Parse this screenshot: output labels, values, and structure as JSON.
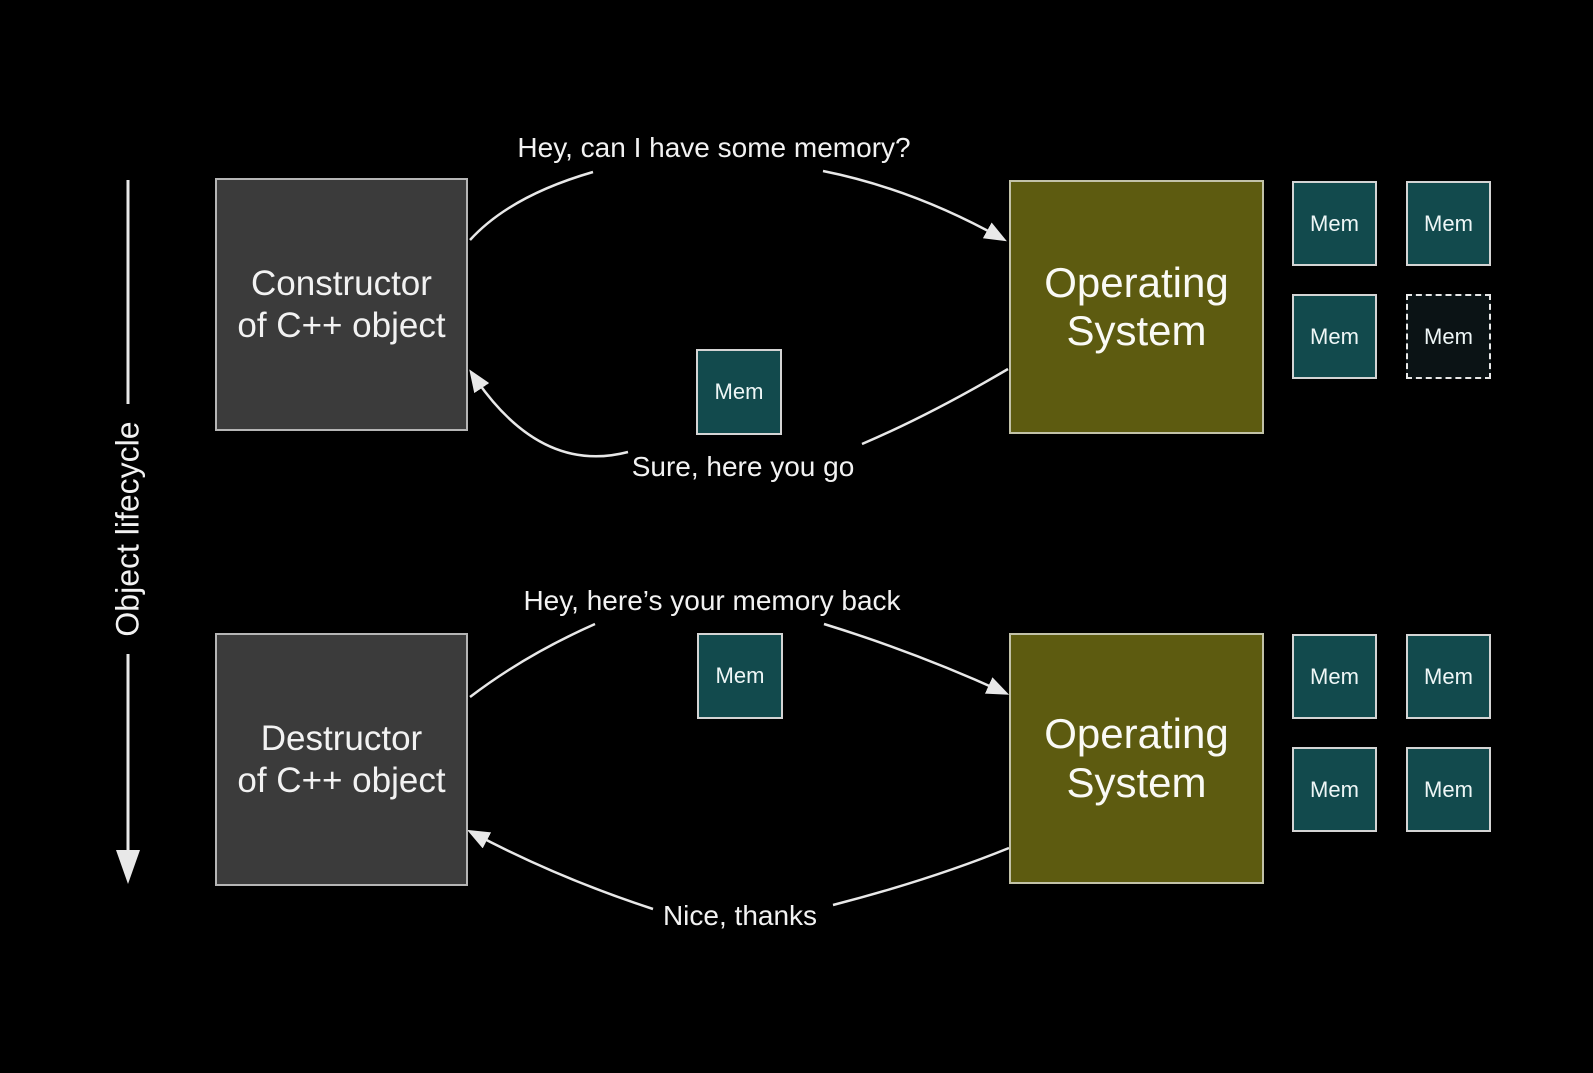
{
  "colors": {
    "background": "#000000",
    "stroke": "#e8e8e8",
    "text": "#f2f2f2",
    "actor_box_fill": "#3b3b3b",
    "actor_box_border": "#b5b5b5",
    "os_box_fill": "#5d5b10",
    "os_box_border": "#c2c2a8",
    "mem_box_fill": "#124a4d",
    "mem_box_border": "#d4d4d4",
    "mem_freed_fill": "#0b1315",
    "mem_freed_border": "#e8e8e8"
  },
  "axis": {
    "label": "Object lifecycle"
  },
  "construction": {
    "actor": {
      "line1": "Constructor",
      "line2": "of C++ object"
    },
    "os": {
      "line1": "Operating",
      "line2": "System"
    },
    "request_message": "Hey, can I have some memory?",
    "response_message": "Sure, here you go",
    "transit_mem_label": "Mem",
    "os_pool": [
      {
        "label": "Mem",
        "state": "available"
      },
      {
        "label": "Mem",
        "state": "available"
      },
      {
        "label": "Mem",
        "state": "available"
      },
      {
        "label": "Mem",
        "state": "handed-out"
      }
    ]
  },
  "destruction": {
    "actor": {
      "line1": "Destructor",
      "line2": "of C++ object"
    },
    "os": {
      "line1": "Operating",
      "line2": "System"
    },
    "request_message": "Hey, here’s your memory back",
    "response_message": "Nice, thanks",
    "transit_mem_label": "Mem",
    "os_pool": [
      {
        "label": "Mem",
        "state": "available"
      },
      {
        "label": "Mem",
        "state": "available"
      },
      {
        "label": "Mem",
        "state": "available"
      },
      {
        "label": "Mem",
        "state": "available"
      }
    ]
  }
}
